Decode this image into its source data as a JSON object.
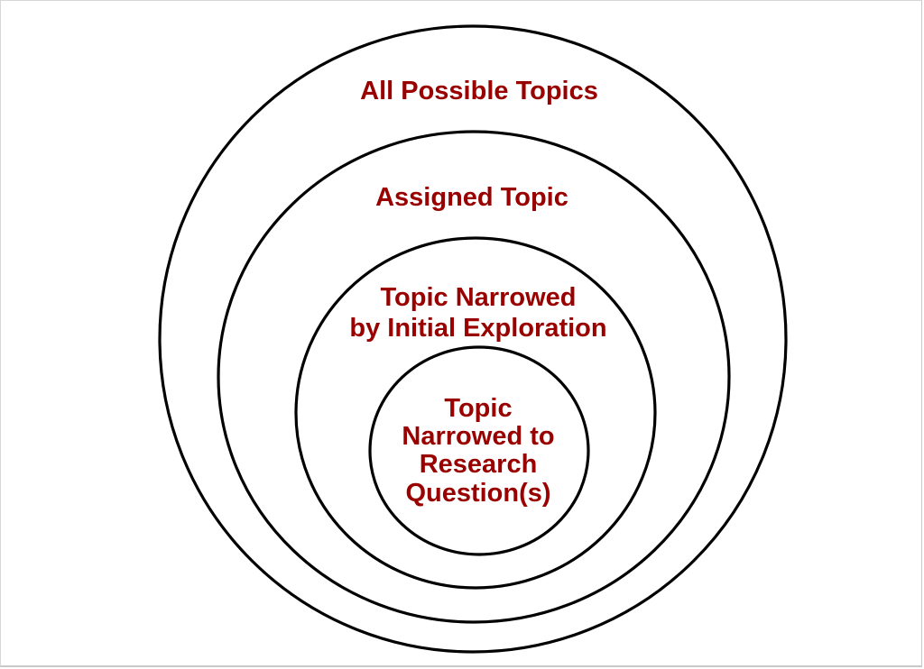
{
  "diagram": {
    "type": "nested-circles",
    "text_color": "#990000",
    "line_color": "#000000",
    "levels": [
      {
        "label_lines": [
          "All Possible Topics"
        ]
      },
      {
        "label_lines": [
          "Assigned Topic"
        ]
      },
      {
        "label_lines": [
          "Topic Narrowed",
          "by Initial Exploration"
        ]
      },
      {
        "label_lines": [
          "Topic",
          "Narrowed to",
          "Research",
          "Question(s)"
        ]
      }
    ]
  }
}
